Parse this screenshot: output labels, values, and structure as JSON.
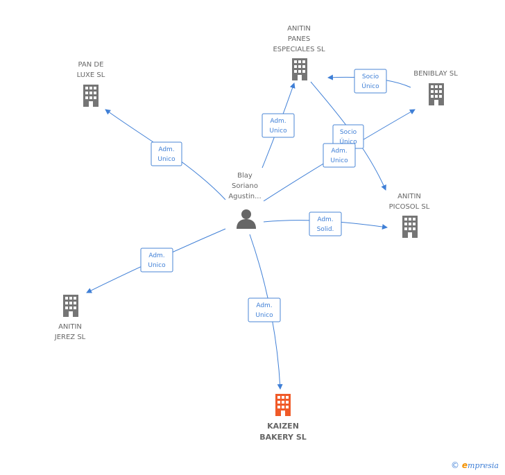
{
  "colors": {
    "edge": "#3f7fd6",
    "building": "#757575",
    "building_highlight": "#f05a28",
    "person": "#666666"
  },
  "person": {
    "icon": "person-icon",
    "label": [
      "Blay",
      "Soriano",
      "Agustin..."
    ]
  },
  "companies": [
    {
      "id": "anitin-panes",
      "label": [
        "ANITIN",
        "PANES",
        "ESPECIALES SL"
      ],
      "highlight": false
    },
    {
      "id": "pan-de-luxe",
      "label": [
        "PAN DE",
        "LUXE SL"
      ],
      "highlight": false
    },
    {
      "id": "beniblay",
      "label": [
        "BENIBLAY SL"
      ],
      "highlight": false
    },
    {
      "id": "anitin-picosol",
      "label": [
        "ANITIN",
        "PICOSOL SL"
      ],
      "highlight": false
    },
    {
      "id": "anitin-jerez",
      "label": [
        "ANITIN",
        "JEREZ SL"
      ],
      "highlight": false
    },
    {
      "id": "kaizen",
      "label": [
        "KAIZEN",
        "BAKERY SL"
      ],
      "highlight": true
    }
  ],
  "relations": [
    {
      "id": "rel-pan-de-luxe",
      "label": [
        "Adm.",
        "Unico"
      ]
    },
    {
      "id": "rel-anitin-panes",
      "label": [
        "Adm.",
        "Unico"
      ]
    },
    {
      "id": "rel-beniblay",
      "label": [
        "Adm.",
        "Unico"
      ]
    },
    {
      "id": "rel-anitin-picosol",
      "label": [
        "Adm.",
        "Solid."
      ]
    },
    {
      "id": "rel-anitin-jerez",
      "label": [
        "Adm.",
        "Unico"
      ]
    },
    {
      "id": "rel-kaizen",
      "label": [
        "Adm.",
        "Unico"
      ]
    },
    {
      "id": "rel-beniblay-panes",
      "label": [
        "Socio",
        "Único"
      ]
    },
    {
      "id": "rel-panes-picosol",
      "label": [
        "Socio",
        "Único"
      ]
    }
  ],
  "footer": {
    "copyright": "©",
    "brand_initial": "e",
    "brand_rest": "mpresia"
  }
}
